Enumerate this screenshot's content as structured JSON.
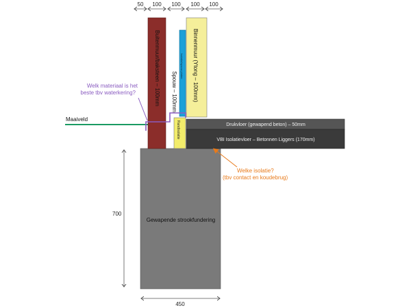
{
  "dimensions": {
    "top": [
      "50",
      "100",
      "100",
      "100",
      "100"
    ],
    "height": "700",
    "width": "450"
  },
  "labels": {
    "maaiveld": "Maaiveld",
    "buitenmuur": "Buitenmuur/baksteen – 100mm",
    "spouw": "Spouw – 100mm",
    "isolatie": "Isolatie/spouw platen",
    "binnenmuur": "Binnenmuur (Ytong – 100mm)",
    "drukvloer": "Drukvloer (gewapend beton) – 50mm",
    "vbi": "VBI Isolatievloer – Betonnen Liggers (170mm)",
    "randisolatie": "Randisolatie",
    "fundering": "Gewapende strookfundering"
  },
  "questions": {
    "waterkering_line1": "Welk materiaal is het",
    "waterkering_line2": "beste tbv waterkering?",
    "isolatie_line1": "Welke isolatie?",
    "isolatie_line2": "(tbv contact en koudebrug)"
  },
  "colors": {
    "brick": "#8b2d2a",
    "insulation": "#1ba0d8",
    "ytong": "#f5ef9a",
    "rand": "#f2ec6a",
    "floor_top": "#555555",
    "floor_vbi": "#3a3a3a",
    "foundation": "#7a7a7a",
    "ground_line": "#1a9a62",
    "question_purple": "#8a5cc0",
    "question_orange": "#e87a1a"
  }
}
